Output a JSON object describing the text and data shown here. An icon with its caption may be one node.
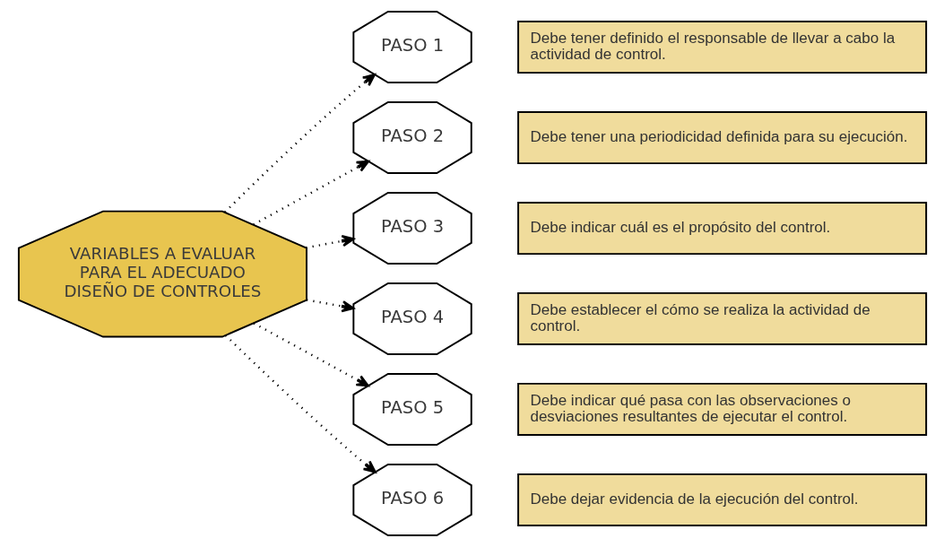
{
  "diagram": {
    "nodes": [
      {
        "text": [
          "VARIABLES A EVALUAR PARA EL ADECUADO DISEÑO DE CONTROLES"
        ]
      },
      {
        "text": [
          "PASO 1"
        ]
      },
      {
        "text": [
          "PASO 2"
        ]
      },
      {
        "text": [
          "PASO 3"
        ]
      },
      {
        "text": [
          "PASO 4"
        ]
      },
      {
        "text": [
          "PASO 5"
        ]
      },
      {
        "text": [
          "PASO 6"
        ]
      },
      {
        "text": [
          "Debe tener definido el responsable de llevar a cabo la actividad de control."
        ]
      },
      {
        "text": [
          "Debe tener una periodicidad definida para su ejecución."
        ]
      },
      {
        "text": [
          "Debe indicar cuál es el propósito del control."
        ]
      },
      {
        "text": [
          "Debe establecer el cómo se realiza la actividad de control."
        ]
      },
      {
        "text": [
          "Debe indicar qué pasa con las observaciones o desviaciones resultantes de ejecutar el control."
        ]
      },
      {
        "text": [
          "Debe dejar evidencia de la ejecución del control."
        ]
      }
    ],
    "edges": [
      {
        "from": 0,
        "to": 1,
        "arrow": "to",
        "style": "dashed"
      },
      {
        "from": 0,
        "to": 2,
        "arrow": "to",
        "style": "dashed"
      },
      {
        "from": 0,
        "to": 3,
        "arrow": "to",
        "style": "dashed"
      },
      {
        "from": 0,
        "to": 4,
        "arrow": "to",
        "style": "dashed"
      },
      {
        "from": 0,
        "to": 5,
        "arrow": "to",
        "style": "dashed"
      },
      {
        "from": 0,
        "to": 6,
        "arrow": "to",
        "style": "dashed"
      }
    ]
  }
}
